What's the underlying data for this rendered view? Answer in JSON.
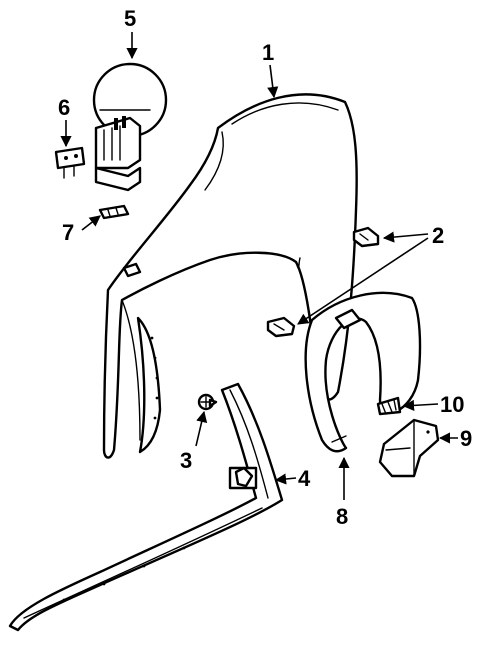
{
  "diagram": {
    "callouts": [
      {
        "id": "fender",
        "label": "1"
      },
      {
        "id": "clip",
        "label": "2"
      },
      {
        "id": "screw",
        "label": "3"
      },
      {
        "id": "rocker-molding",
        "label": "4"
      },
      {
        "id": "fuel-door",
        "label": "5"
      },
      {
        "id": "hinge-bracket",
        "label": "6"
      },
      {
        "id": "spring-plate",
        "label": "7"
      },
      {
        "id": "wheel-liner",
        "label": "8"
      },
      {
        "id": "mud-flap",
        "label": "9"
      },
      {
        "id": "tapping-screw",
        "label": "10"
      }
    ],
    "colors": {
      "line": "#000000",
      "background": "#ffffff"
    }
  }
}
